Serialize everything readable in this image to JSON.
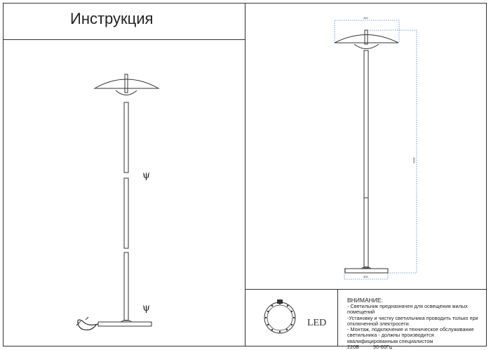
{
  "title": "Инструкция",
  "drawing": {
    "width_top": "450",
    "height": "1600",
    "width_base": "300",
    "symbol": "ψ"
  },
  "led_label": "LED",
  "notes": {
    "heading": "ВНИМАНИЕ:",
    "lines": [
      "- Светильник предназначен для освещения жилых",
      "помещений",
      "-Установку и чистку светильника проводить только при",
      "отключенной электросети.",
      "- Монтаж, подключение и техническое обслуживание",
      "светильника - должны производится",
      "квалифицированным специалистом"
    ],
    "voltage": "220В",
    "frequency": "50-60Гц"
  }
}
